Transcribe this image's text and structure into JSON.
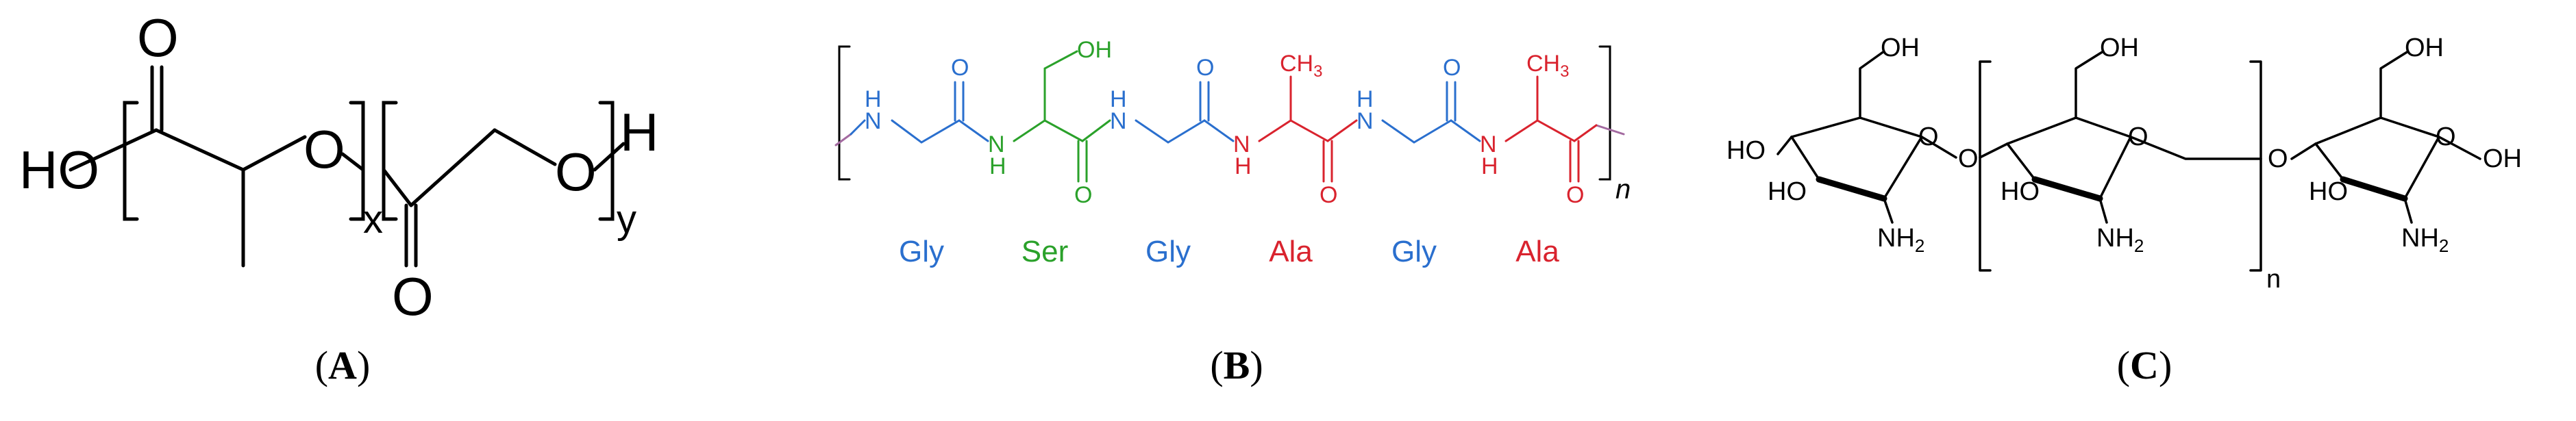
{
  "panels": {
    "a": {
      "caption_letter": "A",
      "atoms": {
        "ho": "HO",
        "o_carbonyl1": "O",
        "o_ester1": "O",
        "o_carbonyl2": "O",
        "o_ester2": "O",
        "h_end": "H"
      },
      "subscripts": {
        "x": "x",
        "y": "y"
      }
    },
    "b": {
      "caption_letter": "B",
      "atoms": {
        "nh1": "N",
        "h1": "H",
        "o1": "O",
        "oh_ser": "OH",
        "nh2": "N",
        "h2": "H",
        "o2": "O",
        "nh3": "H",
        "n3": "N",
        "o3": "O",
        "ch3_1": "CH",
        "ch3_1_sub": "3",
        "nh4": "N",
        "h4": "H",
        "o4": "O",
        "nh5": "H",
        "n5": "N",
        "o5": "O",
        "ch3_2": "CH",
        "ch3_2_sub": "3",
        "nh6": "N",
        "h6": "H",
        "o6": "O"
      },
      "repeat_label": "n",
      "residues": [
        "Gly",
        "Ser",
        "Gly",
        "Ala",
        "Gly",
        "Ala"
      ],
      "colors": {
        "gly": "#2a6fce",
        "ser": "#2aa12a",
        "ala": "#d9232e",
        "end": "#a36aa0"
      }
    },
    "c": {
      "caption_letter": "C",
      "ring1": {
        "oh_top": "OH",
        "ho_left": "HO",
        "ho_bottom": "HO",
        "o_ring": "O",
        "nh2": "NH",
        "nh2_sub": "2"
      },
      "link1": "O",
      "ring2": {
        "oh_top": "OH",
        "ho_bottom": "HO",
        "o_ring": "O",
        "nh2": "NH",
        "nh2_sub": "2"
      },
      "link2": "O",
      "ring3": {
        "oh_top": "OH",
        "ho_bottom": "HO",
        "o_ring": "O",
        "oh_right": "OH",
        "nh2": "NH",
        "nh2_sub": "2"
      },
      "repeat_label": "n"
    }
  }
}
